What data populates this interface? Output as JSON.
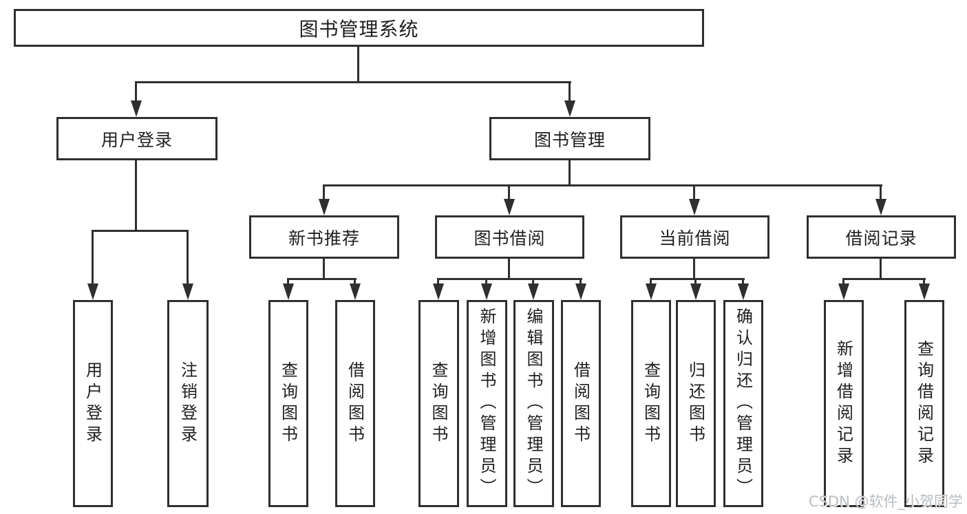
{
  "diagram": {
    "root": {
      "label": "图书管理系统"
    },
    "level2": [
      {
        "label": "用户登录"
      },
      {
        "label": "图书管理"
      }
    ],
    "level3": [
      {
        "label": "新书推荐"
      },
      {
        "label": "图书借阅"
      },
      {
        "label": "当前借阅"
      },
      {
        "label": "借阅记录"
      }
    ],
    "leaves": {
      "user_login": [
        "用户登录",
        "注销登录"
      ],
      "new_book": [
        "查询图书",
        "借阅图书"
      ],
      "book_borrow": [
        "查询图书",
        "新增图书（管理员）",
        "编辑图书（管理员）",
        "借阅图书"
      ],
      "current_borrow": [
        "查询图书",
        "归还图书",
        "确认归还（管理员）"
      ],
      "borrow_record": [
        "新增借阅记录",
        "查询借阅记录"
      ]
    }
  },
  "watermark": {
    "text": "CSDN @软件_小贺同学"
  },
  "colors": {
    "line": "#2f2f2f",
    "text": "#1f1f1f",
    "watermark": "#b9bdc1",
    "background": "#ffffff"
  }
}
